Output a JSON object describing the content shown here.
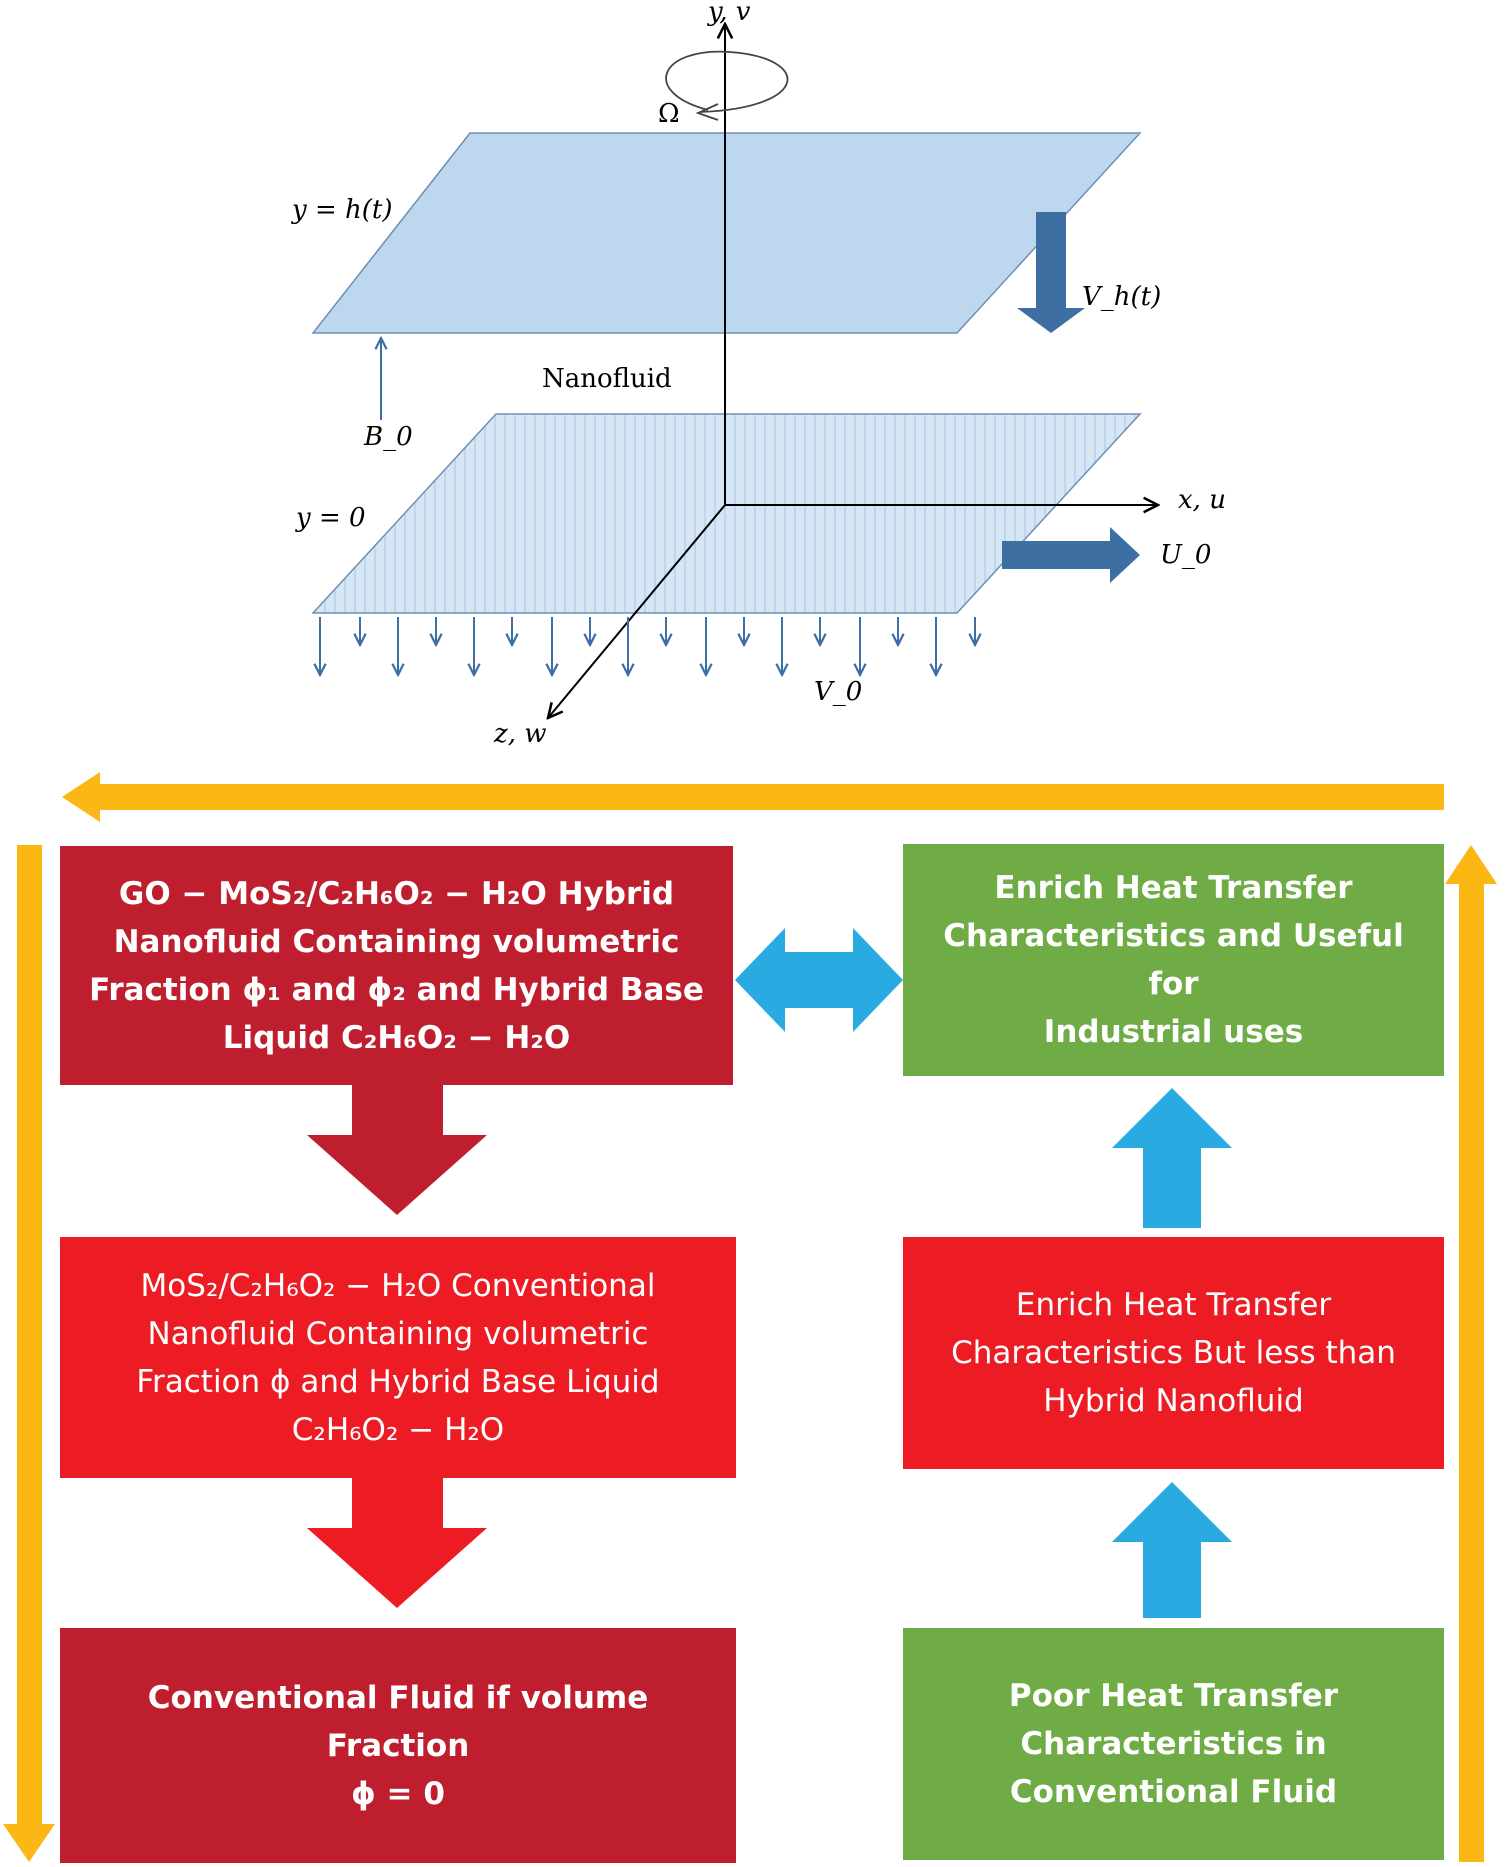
{
  "schematic": {
    "axis_y": "y, v",
    "rotation": "Ω",
    "top_plate": "y = h(t)",
    "top_plate_velocity": "V_h(t)",
    "fluid": "Nanofluid",
    "magnetic_field": "B_0",
    "bottom_plate": "y = 0",
    "axis_x": "x, u",
    "stretch_velocity": "U_0",
    "suction_velocity": "V_0",
    "axis_z": "z, w"
  },
  "flowchart": {
    "box_hybrid": "GO − MoS₂/C₂H₆O₂ − H₂O Hybrid\nNanofluid Containing volumetric\nFraction ϕ₁ and ϕ₂ and Hybrid Base\nLiquid C₂H₆O₂ − H₂O",
    "box_conventional_nano": "MoS₂/C₂H₆O₂ − H₂O Conventional\nNanofluid Containing volumetric\nFraction ϕ and Hybrid Base Liquid\nC₂H₆O₂ − H₂O",
    "box_conventional_fluid": "Conventional Fluid if volume Fraction\nϕ = 0",
    "box_enrich_useful": "Enrich Heat Transfer\nCharacteristics and Useful for\nIndustrial uses",
    "box_enrich_less": "Enrich Heat Transfer\nCharacteristics But less than\nHybrid Nanofluid",
    "box_poor": "Poor Heat Transfer\nCharacteristics in\nConventional Fluid"
  },
  "colors": {
    "plate": "#bdd7ee",
    "plate_stroke": "#6e8fb3",
    "steel_blue": "#3e6fa3",
    "dark_red": "#be1e2d",
    "red": "#ed1c24",
    "green": "#6fac46",
    "cyan": "#29abe2",
    "yellow": "#fbb714"
  }
}
